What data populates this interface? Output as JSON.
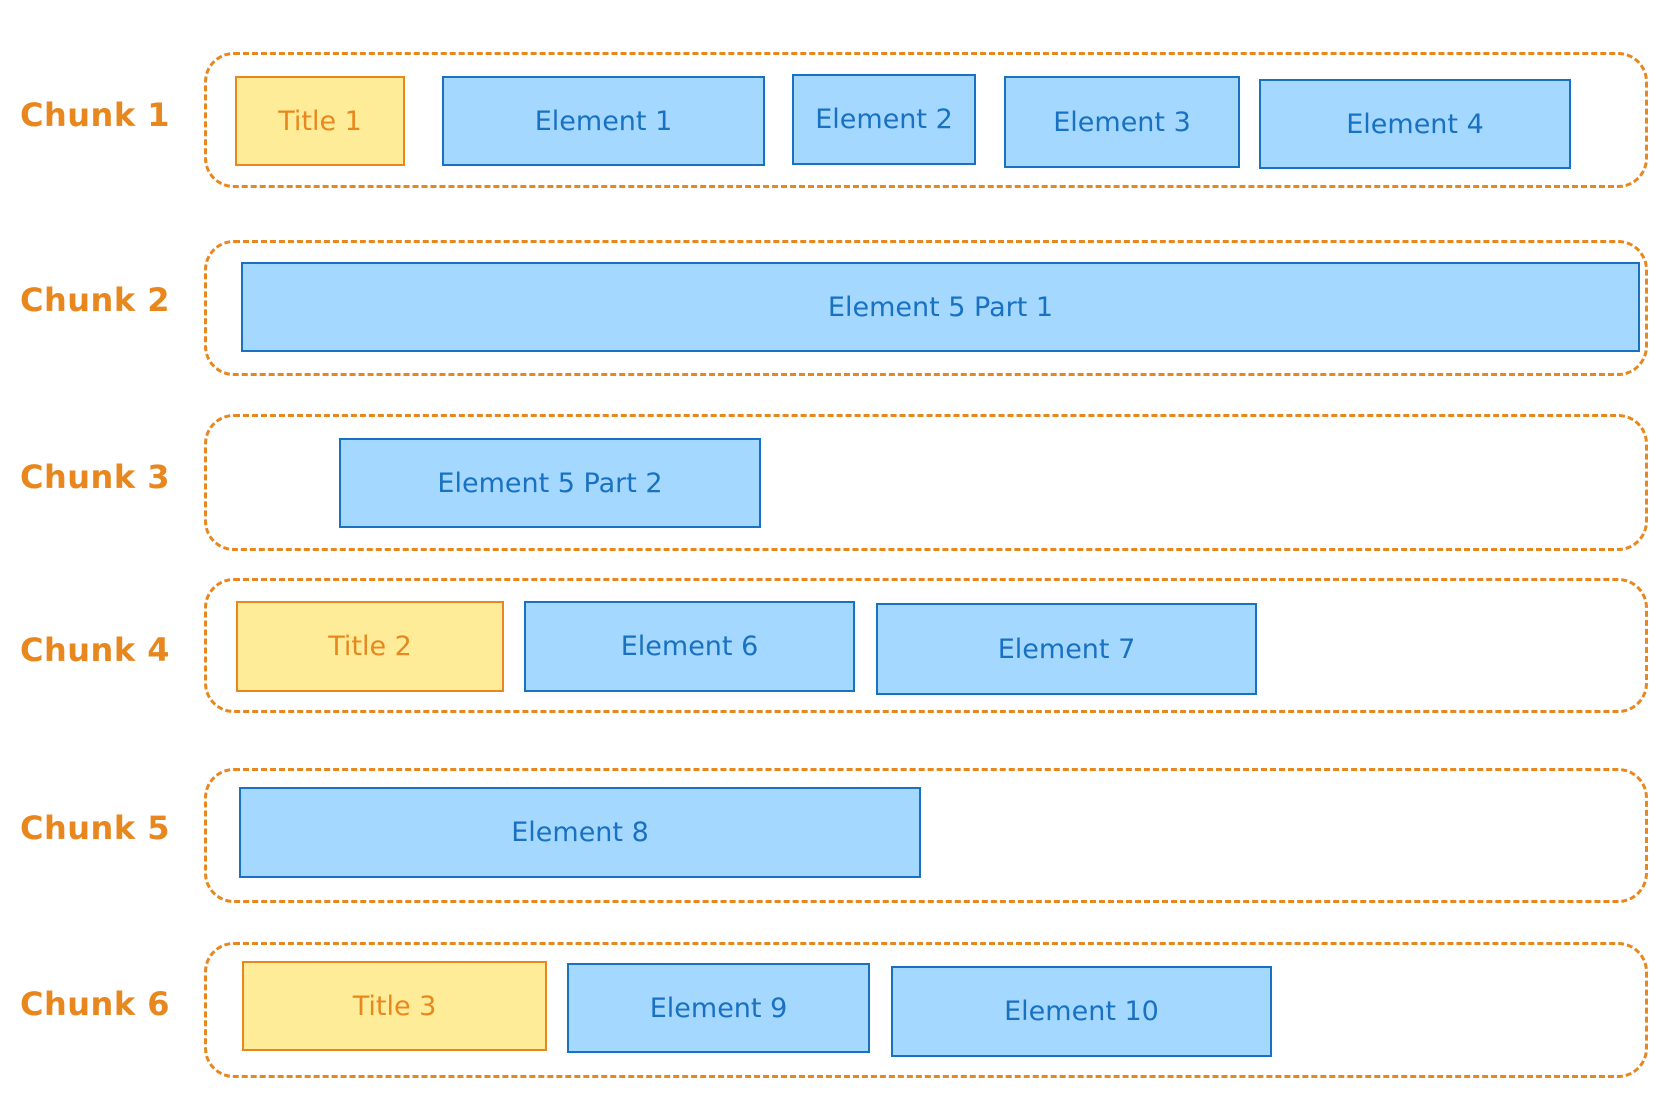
{
  "colors": {
    "chunk_accent": "#e8871e",
    "element_fill": "#a5d8ff",
    "element_stroke": "#1971c2",
    "title_fill": "#ffec99",
    "title_stroke": "#e8871e"
  },
  "chunks": [
    {
      "label": "Chunk 1",
      "items": [
        {
          "kind": "title",
          "text": "Title 1"
        },
        {
          "kind": "element",
          "text": "Element 1"
        },
        {
          "kind": "element",
          "text": "Element 2"
        },
        {
          "kind": "element",
          "text": "Element 3"
        },
        {
          "kind": "element",
          "text": "Element 4"
        }
      ]
    },
    {
      "label": "Chunk 2",
      "items": [
        {
          "kind": "element",
          "text": "Element 5 Part 1"
        }
      ]
    },
    {
      "label": "Chunk 3",
      "items": [
        {
          "kind": "element",
          "text": "Element 5 Part 2"
        }
      ]
    },
    {
      "label": "Chunk 4",
      "items": [
        {
          "kind": "title",
          "text": "Title 2"
        },
        {
          "kind": "element",
          "text": "Element 6"
        },
        {
          "kind": "element",
          "text": "Element 7"
        }
      ]
    },
    {
      "label": "Chunk 5",
      "items": [
        {
          "kind": "element",
          "text": "Element 8"
        }
      ]
    },
    {
      "label": "Chunk 6",
      "items": [
        {
          "kind": "title",
          "text": "Title 3"
        },
        {
          "kind": "element",
          "text": "Element 9"
        },
        {
          "kind": "element",
          "text": "Element 10"
        }
      ]
    }
  ]
}
